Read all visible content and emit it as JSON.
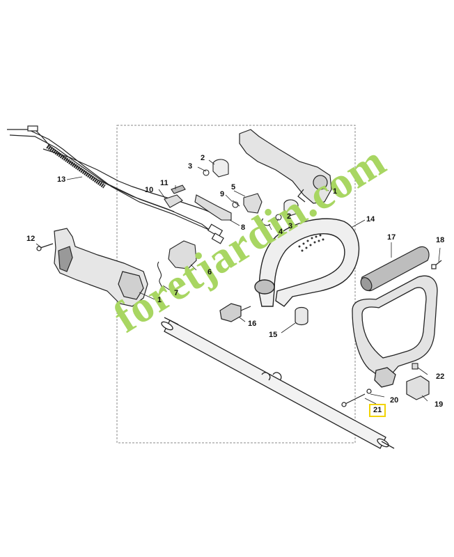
{
  "diagram": {
    "callouts": [
      {
        "id": "1a",
        "label": "1"
      },
      {
        "id": "1b",
        "label": "1"
      },
      {
        "id": "2a",
        "label": "2"
      },
      {
        "id": "2b",
        "label": "2"
      },
      {
        "id": "3a",
        "label": "3"
      },
      {
        "id": "3b",
        "label": "3"
      },
      {
        "id": "4",
        "label": "4"
      },
      {
        "id": "5",
        "label": "5"
      },
      {
        "id": "6",
        "label": "6"
      },
      {
        "id": "7",
        "label": "7"
      },
      {
        "id": "8",
        "label": "8"
      },
      {
        "id": "9",
        "label": "9"
      },
      {
        "id": "10",
        "label": "10"
      },
      {
        "id": "11",
        "label": "11"
      },
      {
        "id": "12",
        "label": "12"
      },
      {
        "id": "13",
        "label": "13"
      },
      {
        "id": "14",
        "label": "14"
      },
      {
        "id": "15",
        "label": "15"
      },
      {
        "id": "16",
        "label": "16"
      },
      {
        "id": "17",
        "label": "17"
      },
      {
        "id": "18",
        "label": "18"
      },
      {
        "id": "19",
        "label": "19"
      },
      {
        "id": "20",
        "label": "20"
      },
      {
        "id": "21",
        "label": "21",
        "highlighted": true
      },
      {
        "id": "22",
        "label": "22"
      }
    ],
    "highlight_color": "#f2d300"
  },
  "watermark": {
    "text": "foretjardin.com",
    "color": "#a8d662"
  }
}
